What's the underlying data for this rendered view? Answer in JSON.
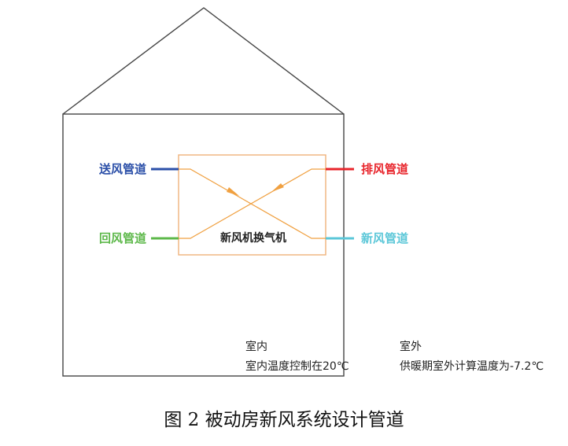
{
  "labels": {
    "supply_duct": "送风管道",
    "return_duct": "回风管道",
    "exhaust_duct": "排风管道",
    "fresh_duct": "新风管道",
    "unit": "新风机换气机"
  },
  "indoor": {
    "title": "室内",
    "note": "室内温度控制在20℃"
  },
  "outdoor": {
    "title": "室外",
    "note": "供暖期室外计算温度为-7.2℃"
  },
  "caption": "图 2  被动房新风系统设计管道",
  "colors": {
    "supply": "#2b4fa8",
    "return": "#5db84a",
    "exhaust": "#e8242b",
    "fresh": "#5bc7d8",
    "unit_box": "#f0b27a",
    "airflow": "#f0a040",
    "house": "#444444"
  }
}
